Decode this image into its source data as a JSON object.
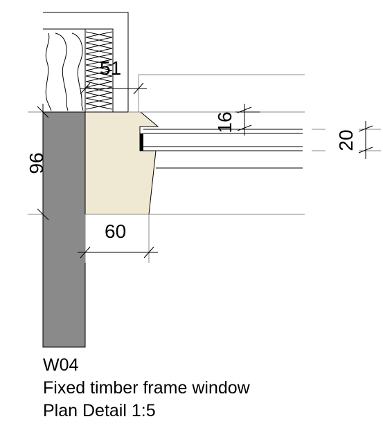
{
  "dimensions": {
    "insulation_depth": "51",
    "wall_height": "96",
    "frame_depth": "60",
    "glazing_gap": "16",
    "glazing_total": "20"
  },
  "caption": {
    "code": "W04",
    "title": "Fixed timber frame window",
    "subtitle": "Plan Detail 1:5"
  },
  "colors": {
    "wall": "#8a8a8a",
    "frame": "#efe9d4",
    "line": "#000000",
    "guide": "#888888"
  }
}
